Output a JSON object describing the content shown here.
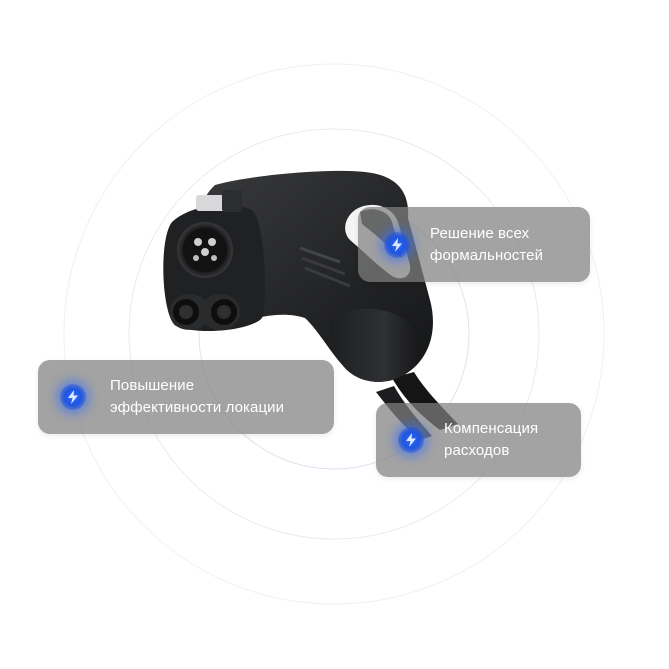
{
  "accent_color": "#2d6cff",
  "icon": "lightning-bolt-icon",
  "badges": [
    {
      "label": "Решение всех\nформальностей"
    },
    {
      "label": "Повышение\nэффективности локации"
    },
    {
      "label": "Компенсация\nрасходов"
    }
  ]
}
